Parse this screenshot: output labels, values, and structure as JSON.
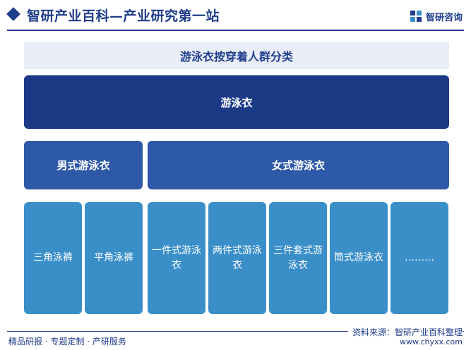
{
  "header": {
    "brand_title": "智研产业百科—产业研究第一站",
    "logo_text": "智研咨询",
    "brand_color": "#1f3d8a"
  },
  "diagram": {
    "title": "游泳衣按穿着人群分类",
    "root": "游泳衣",
    "categories": [
      {
        "label": "男式游泳衣",
        "children": [
          "三角泳裤",
          "平角泳裤"
        ]
      },
      {
        "label": "女式游泳衣",
        "children": [
          "一件式游泳衣",
          "两件式游泳衣",
          "三件套式游泳衣",
          "筒式游泳衣",
          "………"
        ]
      }
    ],
    "colors": {
      "root": "#1b3a86",
      "category": "#2e58a8",
      "leaf": "#3a8fc8",
      "title_bg": "#e8edf7"
    }
  },
  "footer": {
    "services": "精品研报 · 专题定制 · 产研服务",
    "source": "资料来源：智研产业百科整理",
    "url": "www.chyxx.com"
  }
}
